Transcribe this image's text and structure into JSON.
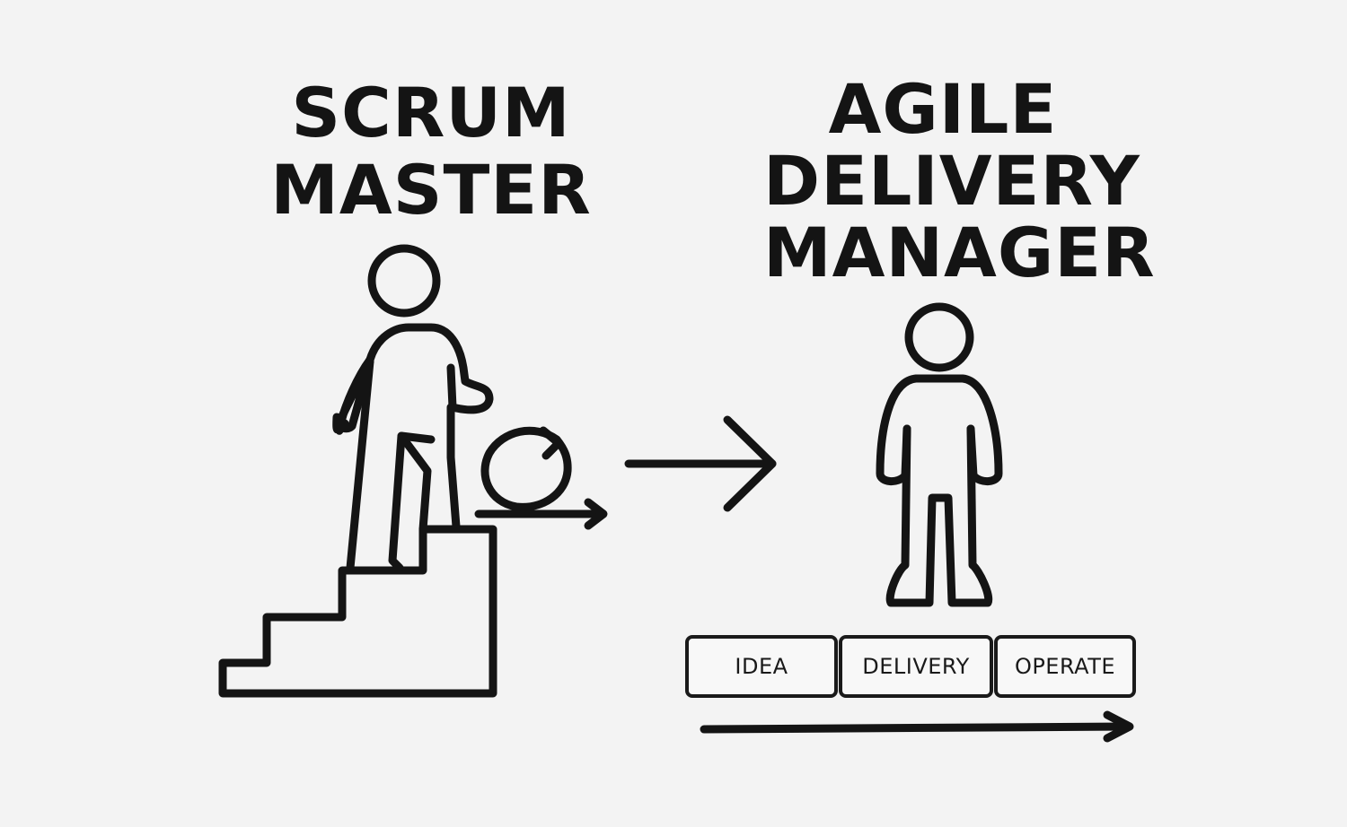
{
  "left": {
    "title_lines": [
      "SCRUM",
      "MASTER"
    ],
    "figure": "person-climbing-stairs",
    "icon": "sprint-cycle-icon"
  },
  "transition": {
    "icon": "arrow-right-icon"
  },
  "right": {
    "title_lines": [
      "AGILE",
      "DELIVERY",
      "MANAGER"
    ],
    "figure": "person-standing",
    "stages": [
      {
        "label": "IDEA"
      },
      {
        "label": "DELIVERY"
      },
      {
        "label": "OPERATE"
      }
    ],
    "timeline": "timeline-arrow-icon"
  },
  "colors": {
    "background": "#f3f3f3",
    "ink": "#141414"
  }
}
